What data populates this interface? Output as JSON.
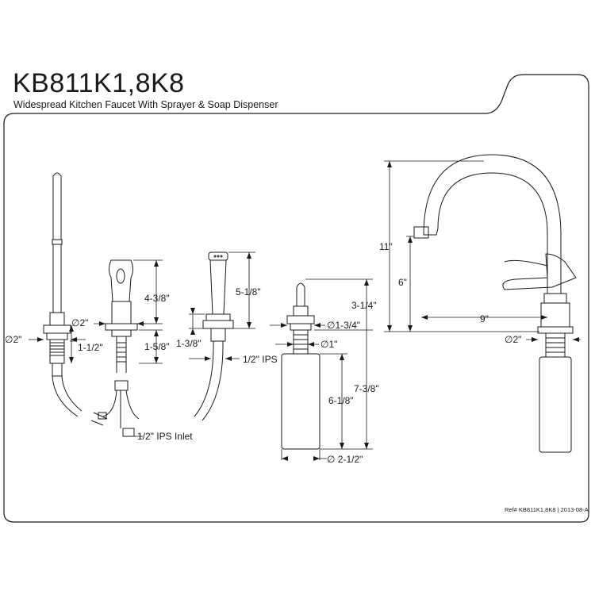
{
  "header": {
    "model": "KB811K1,8K8",
    "description": "Widespread Kitchen Faucet With Sprayer & Soap Dispenser"
  },
  "footer": {
    "reference": "Ref# KB811K1,8K8 | 2013-08-A"
  },
  "dimensions": {
    "handle_shaft_dia": "∅2\"",
    "handle_body_dia": "∅2\"",
    "handle_spacing": "1-1/2\"",
    "handle_height": "4-3/8\"",
    "handle_base": "1-5/8\"",
    "inlet": "1/2\" IPS Inlet",
    "sprayer_height": "5-1/8\"",
    "sprayer_base": "1-3/8\"",
    "sprayer_ips": "1/2\" IPS",
    "soap_pump_height": "3-1/4\"",
    "soap_flange_dia": "∅1-3/4\"",
    "soap_shank_dia": "∅1\"",
    "soap_total": "7-3/8\"",
    "soap_bottle_height": "6-1/8\"",
    "soap_bottle_dia": "∅ 2-1/2\"",
    "spout_height": "11\"",
    "spout_clearance": "6\"",
    "spout_reach": "9\"",
    "spout_base_dia": "∅2\""
  },
  "colors": {
    "line": "#1a1a1a",
    "background": "#ffffff"
  }
}
